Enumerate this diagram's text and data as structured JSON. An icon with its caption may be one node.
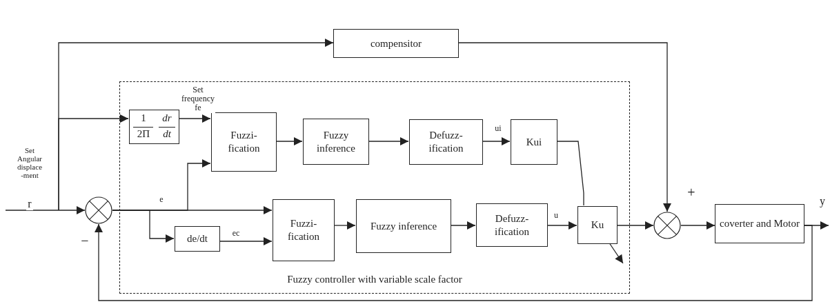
{
  "diagram": {
    "nodes": [
      {
        "text": [
          "Fuzzy controller with variable scale factor"
        ]
      },
      {
        "text": [
          "compensitor"
        ]
      },
      {
        "text": [],
        "shape": "circle"
      },
      {
        "text": [
          "1",
          "2Π",
          "dr",
          "dt"
        ],
        "in": 0
      },
      {
        "text": [
          "Fuzzi- fication"
        ],
        "in": 0
      },
      {
        "text": [
          "Fuzzy inference"
        ],
        "in": 0
      },
      {
        "text": [
          "Defuzz- ification"
        ],
        "in": 0
      },
      {
        "text": [
          "Kui"
        ],
        "in": 0
      },
      {
        "text": [
          "de/dt"
        ],
        "in": 0
      },
      {
        "text": [
          "Fuzzi- fication"
        ],
        "in": 0
      },
      {
        "text": [
          "Fuzzy inference"
        ],
        "in": 0
      },
      {
        "text": [
          "Defuzz- ification"
        ],
        "in": 0
      },
      {
        "text": [
          "Ku"
        ],
        "in": 0
      },
      {
        "text": [],
        "shape": "circle"
      },
      {
        "text": [
          "coverter and Motor"
        ]
      }
    ],
    "edges": [
      {
        "from": null,
        "to": 2,
        "arrow": "to",
        "label": "r"
      },
      {
        "from": null,
        "to": 1,
        "arrow": "to"
      },
      {
        "from": null,
        "to": 3,
        "arrow": "to"
      },
      {
        "from": 3,
        "to": 4,
        "arrow": "to",
        "label": "Set frequency fe"
      },
      {
        "from": 2,
        "to": 9,
        "arrow": "to",
        "label": "e"
      },
      {
        "from": 2,
        "to": 4,
        "arrow": "to"
      },
      {
        "from": 2,
        "to": 8,
        "arrow": "to"
      },
      {
        "from": 4,
        "to": 5,
        "arrow": "to"
      },
      {
        "from": 5,
        "to": 6,
        "arrow": "to"
      },
      {
        "from": 6,
        "to": 7,
        "arrow": "to",
        "label": "ui"
      },
      {
        "from": 8,
        "to": 9,
        "arrow": "to",
        "label": "ec"
      },
      {
        "from": 9,
        "to": 10,
        "arrow": "to"
      },
      {
        "from": 10,
        "to": 11,
        "arrow": "to"
      },
      {
        "from": 11,
        "to": 12,
        "arrow": "to",
        "label": "u"
      },
      {
        "from": 7,
        "to": 12,
        "arrow": "none"
      },
      {
        "from": 12,
        "to": null,
        "arrow": "to"
      },
      {
        "from": 12,
        "to": 13,
        "arrow": "to"
      },
      {
        "from": 1,
        "to": 13,
        "arrow": "to"
      },
      {
        "from": 13,
        "to": 14,
        "arrow": "to"
      },
      {
        "from": 14,
        "to": null,
        "arrow": "to",
        "label": "y"
      },
      {
        "from": 14,
        "to": 2,
        "arrow": "to"
      }
    ],
    "labels": [
      "Set Angular displace -ment",
      "−",
      "+"
    ]
  }
}
